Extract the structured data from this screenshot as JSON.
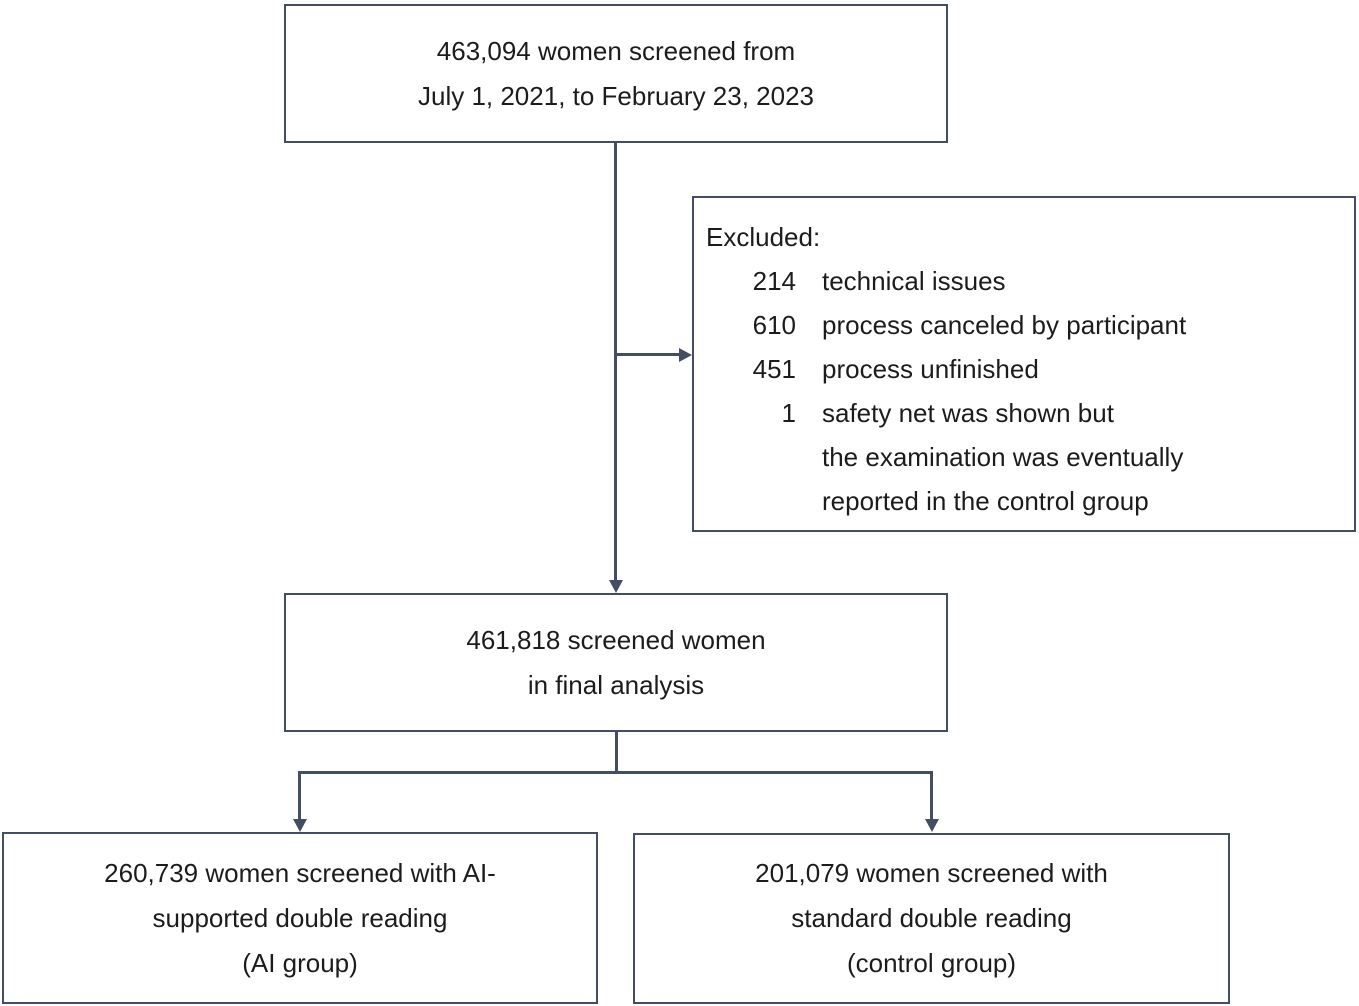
{
  "colors": {
    "line": "#434e63",
    "text": "#1c1c1c",
    "background": "#ffffff"
  },
  "flowchart": {
    "screened": {
      "lines": [
        "463,094 women screened from",
        "July 1, 2021, to February 23, 2023"
      ]
    },
    "excluded": {
      "title": "Excluded:",
      "items": [
        {
          "count": "214",
          "reason_lines": [
            "technical issues"
          ]
        },
        {
          "count": "610",
          "reason_lines": [
            "process canceled by participant"
          ]
        },
        {
          "count": "451",
          "reason_lines": [
            "process unfinished"
          ]
        },
        {
          "count": "1",
          "reason_lines": [
            "safety net was shown but",
            "the examination was eventually",
            "reported in the control group"
          ]
        }
      ]
    },
    "final_analysis": {
      "lines": [
        "461,818 screened women",
        "in final analysis"
      ]
    },
    "ai_group": {
      "lines": [
        "260,739 women screened with AI-",
        "supported double reading",
        "(AI group)"
      ]
    },
    "control_group": {
      "lines": [
        "201,079 women screened with",
        "standard double reading",
        "(control group)"
      ]
    }
  }
}
